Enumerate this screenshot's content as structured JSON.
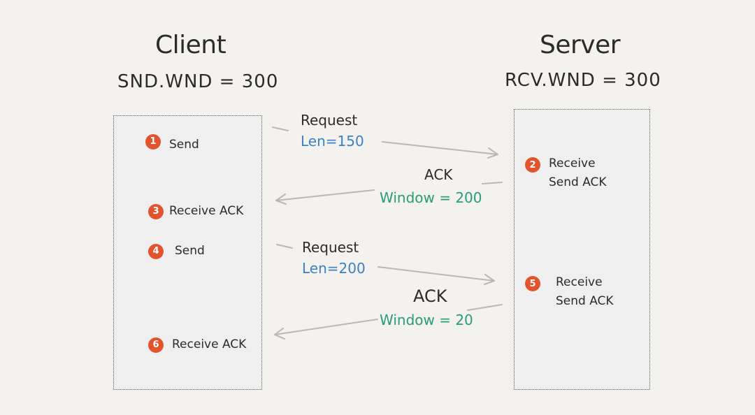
{
  "client": {
    "title": "Client",
    "window": "SND.WND = 300",
    "steps": [
      {
        "num": "1",
        "lines": [
          "Send"
        ]
      },
      {
        "num": "3",
        "lines": [
          "Receive ACK"
        ]
      },
      {
        "num": "4",
        "lines": [
          "Send"
        ]
      },
      {
        "num": "6",
        "lines": [
          "Receive ACK"
        ]
      }
    ]
  },
  "server": {
    "title": "Server",
    "window": "RCV.WND = 300",
    "steps": [
      {
        "num": "2",
        "lines": [
          "Receive",
          "Send ACK"
        ]
      },
      {
        "num": "5",
        "lines": [
          "Receive",
          "Send ACK"
        ]
      }
    ]
  },
  "messages": [
    {
      "label": "Request",
      "value": "Len=150",
      "direction": "client-to-server"
    },
    {
      "label": "ACK",
      "value": "Window = 200",
      "direction": "server-to-client"
    },
    {
      "label": "Request",
      "value": "Len=200",
      "direction": "client-to-server"
    },
    {
      "label": "ACK",
      "value": "Window = 20",
      "direction": "server-to-client"
    }
  ],
  "colors": {
    "badge": "#e1542d",
    "request_value": "#3b82c4",
    "ack_value": "#2a9b7a",
    "arrow": "#b8b8b8"
  }
}
